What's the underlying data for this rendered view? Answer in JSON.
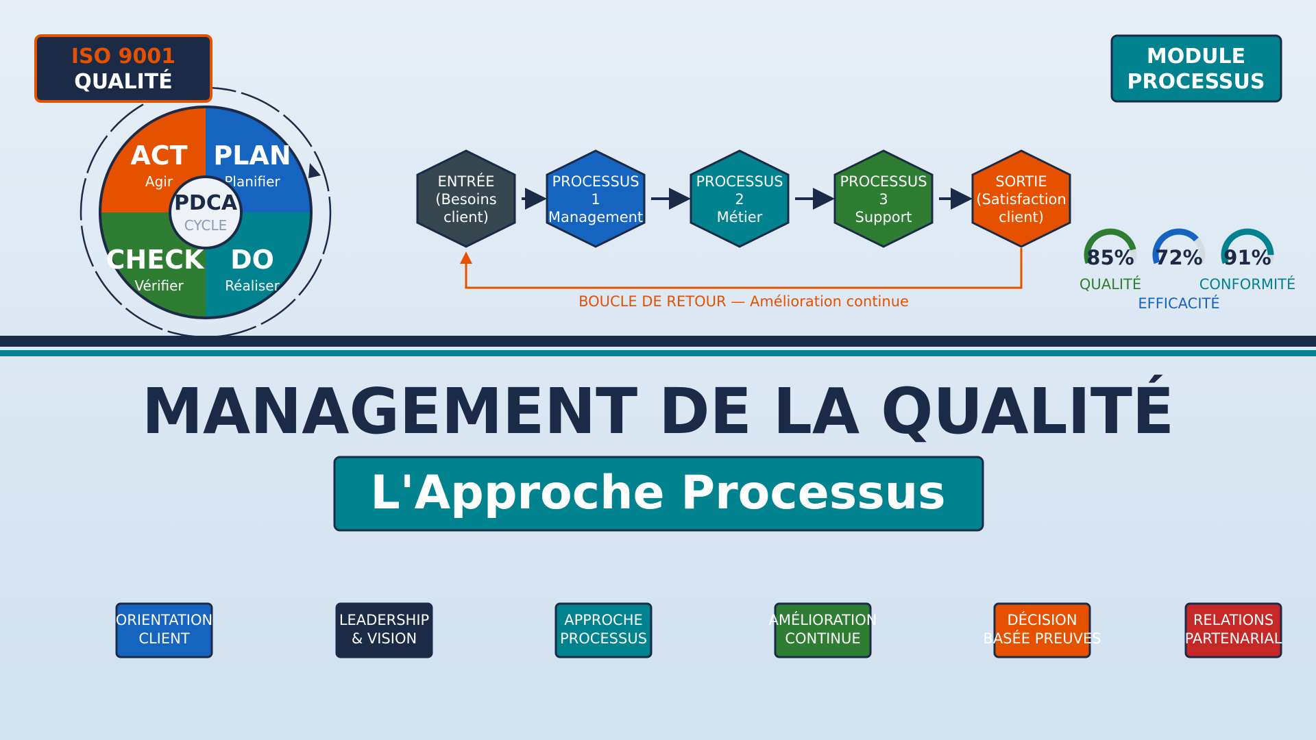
{
  "colors": {
    "navy": "#1b2a47",
    "orange": "#e65100",
    "blue": "#1565c0",
    "green": "#2e7d32",
    "teal": "#00838f",
    "slate": "#37474f",
    "red": "#c62828",
    "gray": "#d5dbe2"
  },
  "iso_badge": {
    "line1": "ISO 9001",
    "line2": "QUALITÉ"
  },
  "module_badge": {
    "line1": "MODULE",
    "line2": "PROCESSUS"
  },
  "pdca": {
    "center_title": "PDCA",
    "center_subtitle": "CYCLE",
    "quadrants": [
      {
        "label": "ACT",
        "sub": "Agir",
        "color": "#e65100"
      },
      {
        "label": "PLAN",
        "sub": "Planifier",
        "color": "#1565c0"
      },
      {
        "label": "CHECK",
        "sub": "Vérifier",
        "color": "#2e7d32"
      },
      {
        "label": "DO",
        "sub": "Réaliser",
        "color": "#00838f"
      }
    ]
  },
  "process_flow": {
    "steps": [
      {
        "lines": [
          "ENTRÉE",
          "(Besoins",
          "client)"
        ],
        "color": "#37474f"
      },
      {
        "lines": [
          "PROCESSUS",
          "1",
          "Management"
        ],
        "color": "#1565c0"
      },
      {
        "lines": [
          "PROCESSUS",
          "2",
          "Métier"
        ],
        "color": "#00838f"
      },
      {
        "lines": [
          "PROCESSUS",
          "3",
          "Support"
        ],
        "color": "#2e7d32"
      },
      {
        "lines": [
          "SORTIE",
          "(Satisfaction",
          "client)"
        ],
        "color": "#e65100"
      }
    ],
    "feedback_label": "BOUCLE DE RETOUR — Amélioration continue"
  },
  "gauges": [
    {
      "value": "85%",
      "fraction": 0.85,
      "label": "QUALITÉ",
      "color": "#2e7d32"
    },
    {
      "value": "72%",
      "fraction": 0.72,
      "label": "EFFICACITÉ",
      "color": "#1565c0"
    },
    {
      "value": "91%",
      "fraction": 0.91,
      "label": "CONFORMITÉ",
      "color": "#00838f"
    }
  ],
  "title": "MANAGEMENT DE LA QUALITÉ",
  "subtitle": "L'Approche Processus",
  "principles": [
    {
      "lines": [
        "ORIENTATION",
        "CLIENT"
      ],
      "color": "#1565c0"
    },
    {
      "lines": [
        "LEADERSHIP",
        "& VISION"
      ],
      "color": "#1b2a47"
    },
    {
      "lines": [
        "APPROCHE",
        "PROCESSUS"
      ],
      "color": "#00838f"
    },
    {
      "lines": [
        "AMÉLIORATION",
        "CONTINUE"
      ],
      "color": "#2e7d32"
    },
    {
      "lines": [
        "DÉCISION",
        "BASÉE PREUVES"
      ],
      "color": "#e65100"
    },
    {
      "lines": [
        "RELATIONS",
        "PARTENARIAL"
      ],
      "color": "#c62828"
    }
  ]
}
